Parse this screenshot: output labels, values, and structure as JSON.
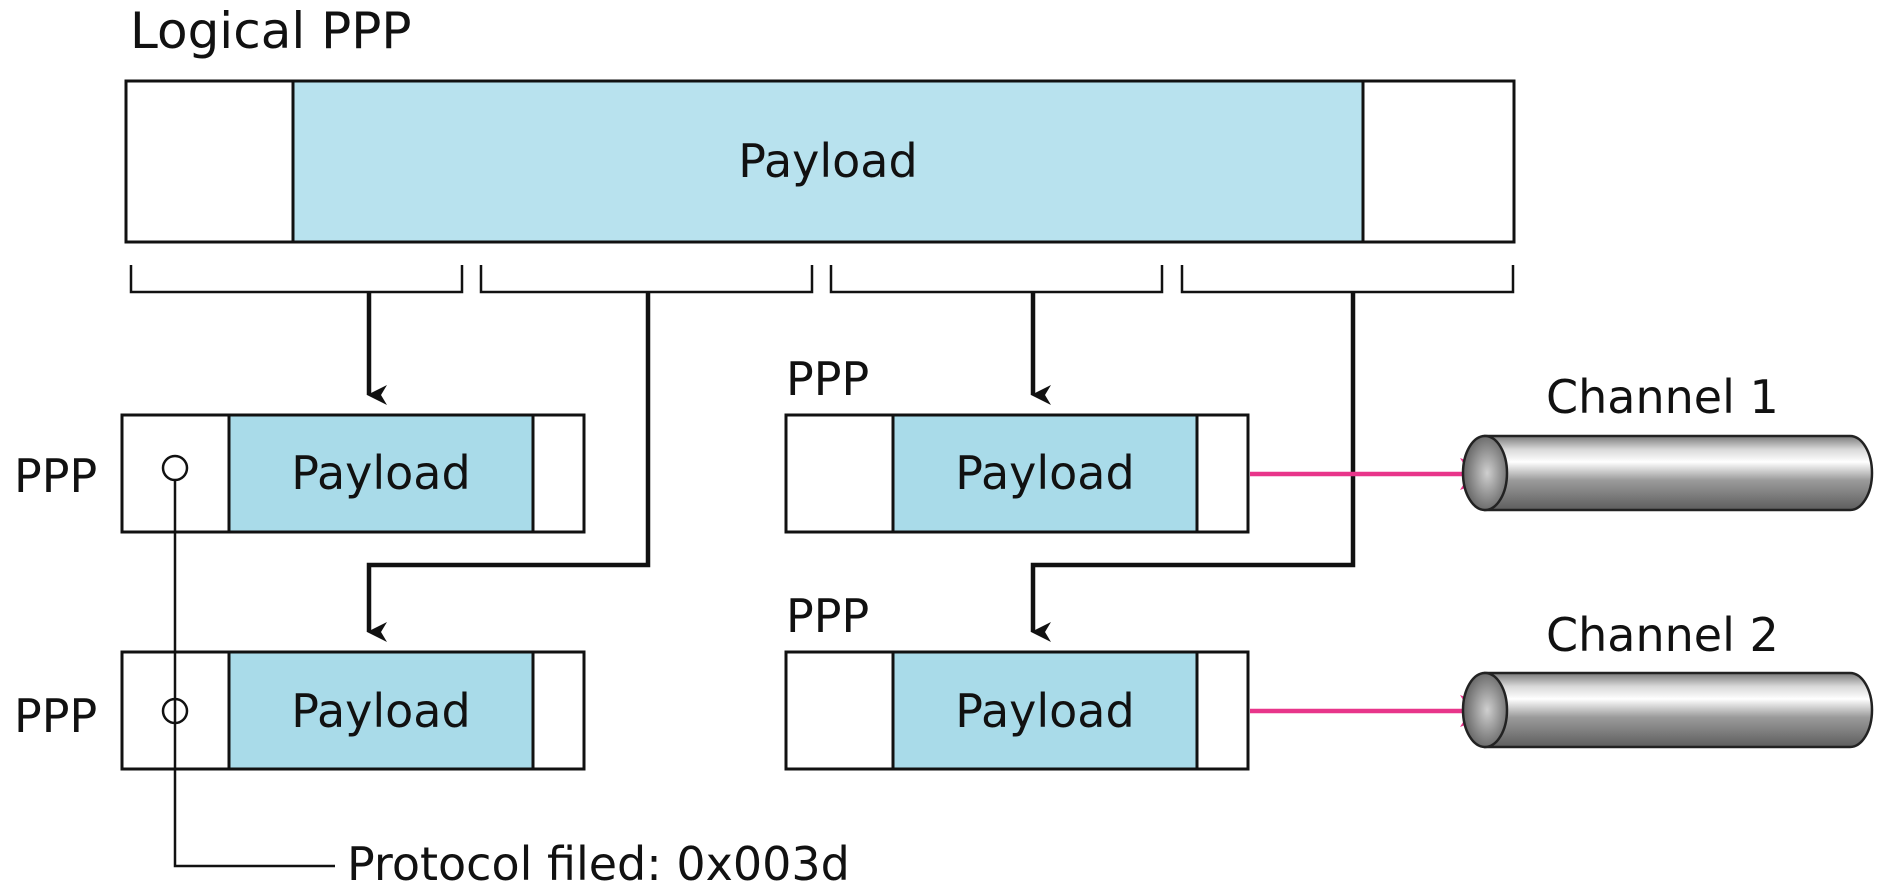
{
  "title": "Logical PPP",
  "logical_frame": {
    "payload_label": "Payload"
  },
  "frames": [
    {
      "label": "PPP",
      "payload_label": "Payload"
    },
    {
      "label": "PPP",
      "payload_label": "Payload"
    },
    {
      "label": "PPP",
      "payload_label": "Payload"
    },
    {
      "label": "PPP",
      "payload_label": "Payload"
    }
  ],
  "channels": [
    {
      "label": "Channel 1"
    },
    {
      "label": "Channel 2"
    }
  ],
  "protocol_note": "Protocol filed: 0x003d",
  "colors": {
    "payload_fill": "#a9dbe9",
    "logical_payload_fill": "#b8e2ee",
    "frame_stroke": "#111111",
    "channel_arrow": "#e8358a",
    "cylinder_dark": "#6b6b6b",
    "cylinder_light": "#f0f0f0"
  }
}
